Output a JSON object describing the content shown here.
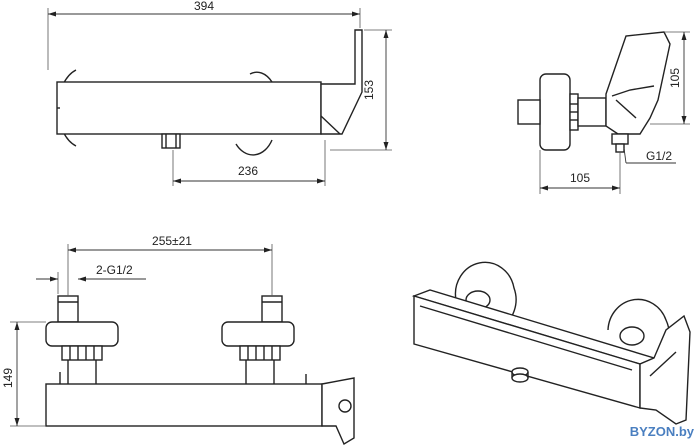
{
  "dimensions": {
    "top_width": "394",
    "top_height": "153",
    "inlet_spacing_top": "236",
    "side_height": "105",
    "side_outlet": "G1/2",
    "side_depth": "105",
    "inlet_spacing_front": "255±21",
    "inlet_thread": "2-G1/2",
    "front_height": "149"
  },
  "watermark": "BYZON.by",
  "colors": {
    "line": "#222222",
    "watermark": "#4a7fc0"
  }
}
